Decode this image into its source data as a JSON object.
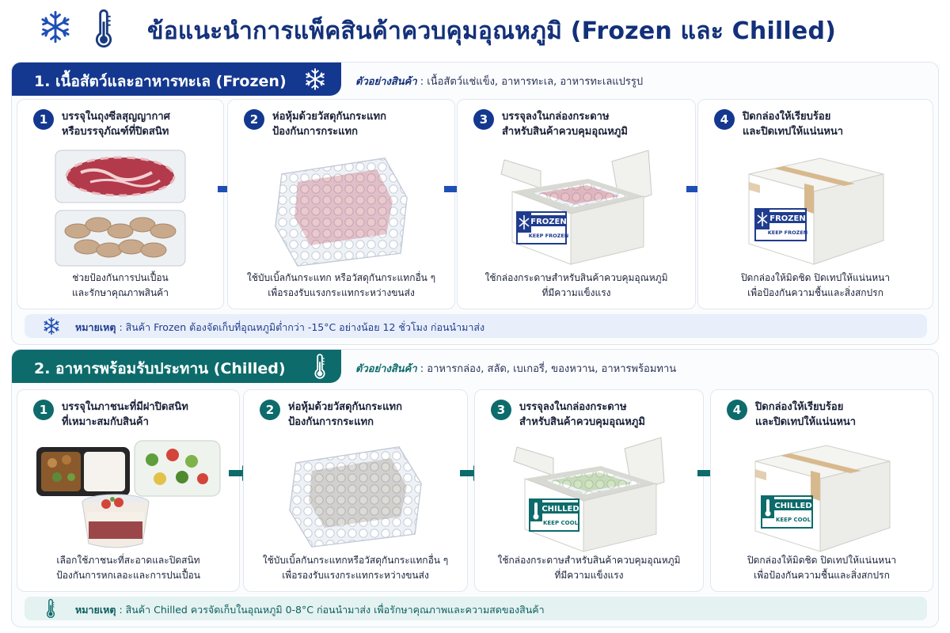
{
  "title": "ข้อแนะนำการแพ็คสินค้าควบคุมอุณหภูมิ (Frozen และ Chilled)",
  "colors": {
    "frozen": "#14388f",
    "chilled": "#0d6b6b"
  },
  "frozen": {
    "heading": "1. เนื้อสัตว์และอาหารทะเล (Frozen)",
    "examples_label": "ตัวอย่างสินค้า",
    "examples": ": เนื้อสัตว์แช่แข็ง, อาหารทะเล, อาหารทะเลแปรรูป",
    "steps": [
      {
        "num": "1",
        "title": [
          "บรรจุในถุงซีลสุญญากาศ",
          "หรือบรรจุภัณฑ์ที่ปิดสนิท"
        ],
        "desc": [
          "ช่วยป้องกันการปนเปื้อน",
          "และรักษาคุณภาพสินค้า"
        ],
        "icon": "vacuum-sealed-meat-icon"
      },
      {
        "num": "2",
        "title": [
          "ห่อหุ้มด้วยวัสดุกันกระแทก",
          "ป้องกันการกระแทก"
        ],
        "desc": [
          "ใช้บับเบิ้ลกันกระแทก หรือวัสดุกันกระแทกอื่น ๆ",
          "เพื่อรองรับแรงกระแทกระหว่างขนส่ง"
        ],
        "icon": "bubble-wrap-icon"
      },
      {
        "num": "3",
        "title": [
          "บรรจุลงในกล่องกระดาษ",
          "สำหรับสินค้าควบคุมอุณหภูมิ"
        ],
        "desc": [
          "ใช้กล่องกระดาษสำหรับสินค้าควบคุมอุณหภูมิ",
          "ที่มีความแข็งแรง"
        ],
        "icon": "open-box-icon"
      },
      {
        "num": "4",
        "title": [
          "ปิดกล่องให้เรียบร้อย",
          "และปิดเทปให้แน่นหนา"
        ],
        "desc": [
          "ปิดกล่องให้มิดชิด ปิดเทปให้แน่นหนา",
          "เพื่อป้องกันความชื้นและสิ่งสกปรก"
        ],
        "icon": "taped-box-icon"
      }
    ],
    "box_label": "FROZEN",
    "box_sublabel": "KEEP FROZEN",
    "note_label": "หมายเหตุ",
    "note": ":  สินค้า Frozen ต้องจัดเก็บที่อุณหภูมิต่ำกว่า -15°C อย่างน้อย 12 ชั่วโมง ก่อนนำมาส่ง"
  },
  "chilled": {
    "heading": "2. อาหารพร้อมรับประทาน (Chilled)",
    "examples_label": "ตัวอย่างสินค้า",
    "examples": ": อาหารกล่อง, สลัด, เบเกอรี่, ของหวาน, อาหารพร้อมทาน",
    "steps": [
      {
        "num": "1",
        "title": [
          "บรรจุในภาชนะที่มีฝาปิดสนิท",
          "ที่เหมาะสมกับสินค้า"
        ],
        "desc": [
          "เลือกใช้ภาชนะที่สะอาดและปิดสนิท",
          "ป้องกันการหกเลอะและการปนเปื้อน"
        ],
        "icon": "food-containers-icon"
      },
      {
        "num": "2",
        "title": [
          "ห่อหุ้มด้วยวัสดุกันกระแทก",
          "ป้องกันการกระแทก"
        ],
        "desc": [
          "ใช้บับเบิ้ลกันกระแทกหรือวัสดุกันกระแทกอื่น ๆ",
          "เพื่อรองรับแรงกระแทกระหว่างขนส่ง"
        ],
        "icon": "bubble-wrap-icon"
      },
      {
        "num": "3",
        "title": [
          "บรรจุลงในกล่องกระดาษ",
          "สำหรับสินค้าควบคุมอุณหภูมิ"
        ],
        "desc": [
          "ใช้กล่องกระดาษสำหรับสินค้าควบคุมอุณหภูมิ",
          "ที่มีความแข็งแรง"
        ],
        "icon": "open-box-icon"
      },
      {
        "num": "4",
        "title": [
          "ปิดกล่องให้เรียบร้อย",
          "และปิดเทปให้แน่นหนา"
        ],
        "desc": [
          "ปิดกล่องให้มิดชิด ปิดเทปให้แน่นหนา",
          "เพื่อป้องกันความชื้นและสิ่งสกปรก"
        ],
        "icon": "taped-box-icon"
      }
    ],
    "box_label": "CHILLED",
    "box_sublabel": "KEEP COOL",
    "note_label": "หมายเหตุ",
    "note": ":  สินค้า Chilled ควรจัดเก็บในอุณหภูมิ 0-8°C ก่อนนำมาส่ง เพื่อรักษาคุณภาพและความสดของสินค้า"
  }
}
